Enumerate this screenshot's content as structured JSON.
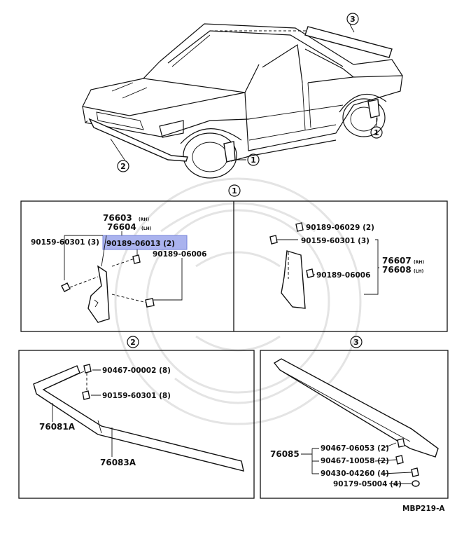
{
  "callouts": {
    "c1": "1",
    "c2": "2",
    "c3": "3"
  },
  "figure_code": "MBP219-A",
  "panel1": {
    "left": {
      "p76603": "76603",
      "p76603_side": "(RH)",
      "p76604": "76604",
      "p76604_side": "(LH)",
      "bolt": "90159-60301 (3)",
      "screw_selected": "90189-06013 (2)",
      "clip": "90189-06006"
    },
    "right": {
      "screw": "90189-06029 (2)",
      "bolt": "90159-60301 (3)",
      "p76607": "76607",
      "p76607_side": "(RH)",
      "p76608": "76608",
      "p76608_side": "(LH)",
      "clip": "90189-06006"
    }
  },
  "panel2": {
    "nut": "90467-00002 (8)",
    "bolt": "90159-60301 (8)",
    "front_spoiler": "76081A",
    "side_spoiler": "76083A"
  },
  "panel3": {
    "rear_spoiler": "76085",
    "clip1": "90467-06053 (2)",
    "clip2": "90467-10058 (2)",
    "nut": "90430-04260 (4)",
    "washer": "90179-05004 (4)"
  },
  "colors": {
    "highlight": "#aab3ee",
    "line": "#111111"
  }
}
